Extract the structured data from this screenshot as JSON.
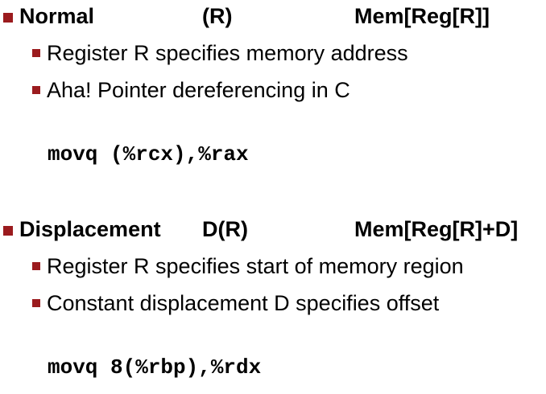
{
  "accent_color": "#9b1b1e",
  "sections": [
    {
      "mode": "Normal",
      "syntax": "(R)",
      "operand": "Mem[Reg[R]]",
      "bullets": [
        "Register R specifies memory address",
        "Aha! Pointer dereferencing in C"
      ],
      "code": "movq (%rcx),%rax"
    },
    {
      "mode": "Displacement",
      "syntax": "D(R)",
      "operand": "Mem[Reg[R]+D]",
      "bullets": [
        "Register R specifies start of memory region",
        "Constant displacement D specifies offset"
      ],
      "code": "movq 8(%rbp),%rdx"
    }
  ]
}
